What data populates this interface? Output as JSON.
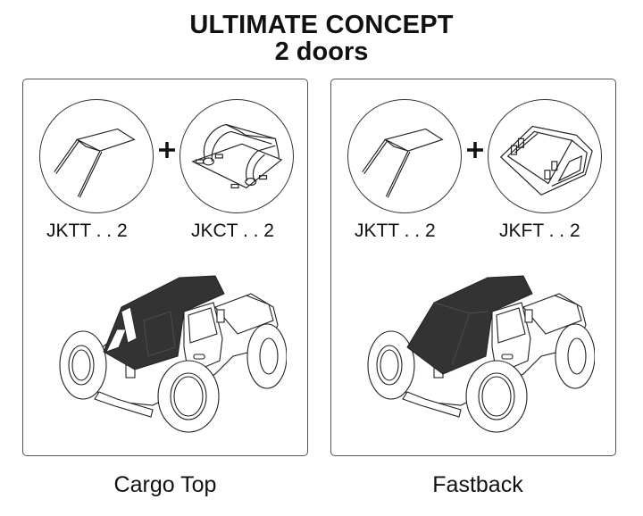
{
  "header": {
    "title": "ULTIMATE CONCEPT",
    "subtitle": "2 doors"
  },
  "panels": [
    {
      "caption": "Cargo Top",
      "parts": [
        {
          "label": "JKTT . . 2",
          "icon": "soft-top-frame-icon"
        },
        {
          "label": "JKCT . . 2",
          "icon": "cargo-top-icon"
        }
      ],
      "operator": "+",
      "vehicle_icon": "jeep-cargo-top-illustration"
    },
    {
      "caption": "Fastback",
      "parts": [
        {
          "label": "JKTT . . 2",
          "icon": "soft-top-frame-icon"
        },
        {
          "label": "JKFT . . 2",
          "icon": "fastback-top-icon"
        }
      ],
      "operator": "+",
      "vehicle_icon": "jeep-fastback-illustration"
    }
  ],
  "colors": {
    "border": "#555555",
    "top_fill": "#333333",
    "line": "#222222",
    "background": "#ffffff"
  }
}
